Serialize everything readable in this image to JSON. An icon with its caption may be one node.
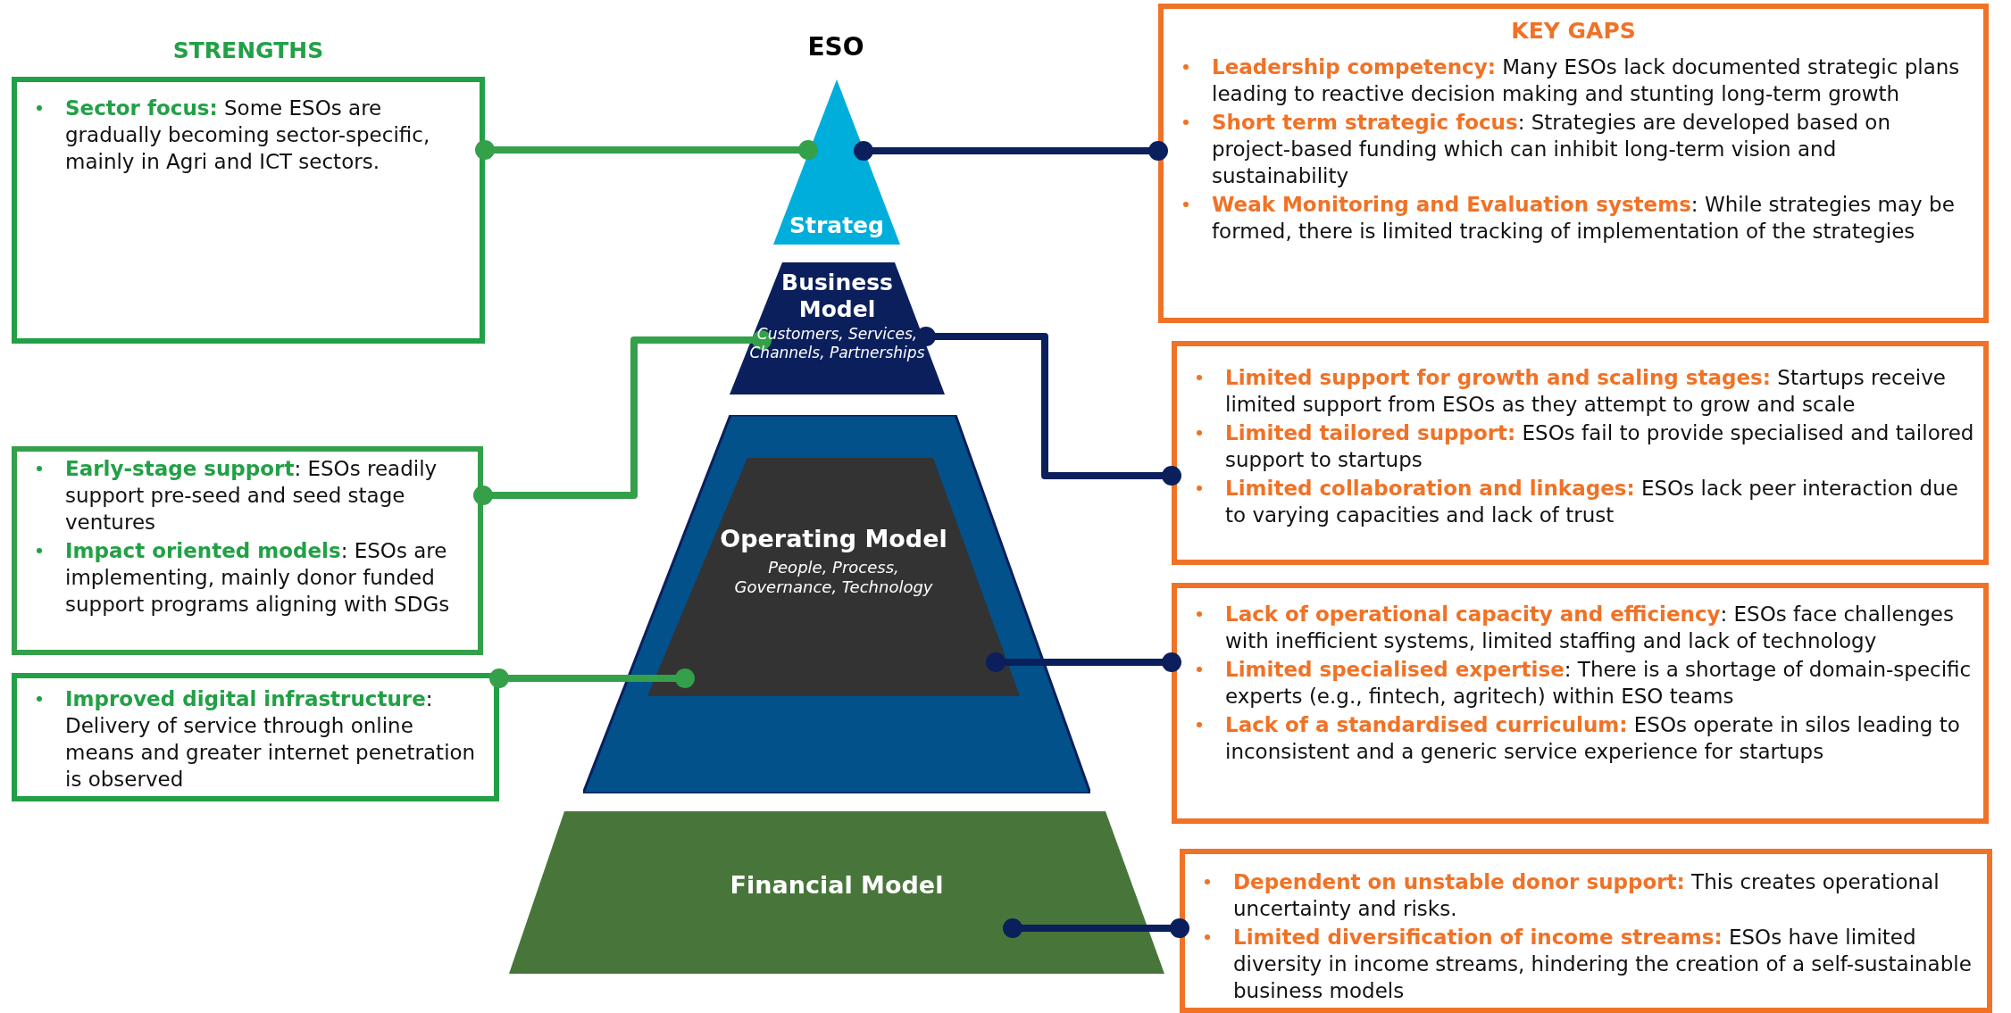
{
  "diagram": {
    "title": "ESO",
    "nodes": [
      {
        "text": [
          "Strateg"
        ]
      },
      {
        "text": [
          "Business Model",
          "Customers, Services, Channels, Partnerships"
        ]
      },
      {
        "text": [],
        "shape": "box"
      },
      {
        "text": [
          "Operating Model",
          "People, Process, Governance, Technology"
        ],
        "in": 2
      },
      {
        "text": [
          "Financial Model"
        ]
      },
      {
        "text": [
          "STRENGTHS",
          "**Sector focus:** Some ESOs are gradually becoming sector-specific, mainly in Agri and ICT sectors."
        ]
      },
      {
        "text": [
          "**Early-stage support**: ESOs readily support pre-seed and seed stage ventures",
          "**Impact oriented models**: ESOs are implementing, mainly donor funded support programs aligning with SDGs"
        ]
      },
      {
        "text": [
          "**Improved digital infrastructure**: Delivery of service through online means and greater internet penetration is observed"
        ]
      },
      {
        "text": [
          "KEY GAPS",
          "**Leadership competency:** Many ESOs lack documented strategic plans leading to reactive decision making and stunting long-term growth",
          "**Short term strategic focus**: Strategies are developed based on project-based funding which can inhibit long-term vision and sustainability",
          "**Weak Monitoring and Evaluation systems**: While strategies may be formed, there is limited tracking of implementation of the strategies"
        ]
      },
      {
        "text": [
          "**Limited support for growth and scaling stages:** Startups receive limited support from ESOs as they attempt to grow and scale",
          "**Limited tailored support:** ESOs fail to provide specialised and tailored support to startups",
          "**Limited collaboration and linkages:** ESOs lack peer interaction due to varying capacities and lack of trust"
        ]
      },
      {
        "text": [
          "**Lack of operational capacity and efficiency**: ESOs face challenges with inefficient systems, limited staffing and lack of technology",
          "**Limited specialised expertise**: There is a shortage of domain-specific experts (e.g., fintech, agritech) within ESO teams",
          "**Lack of a standardised curriculum:** ESOs operate in silos leading to inconsistent and a generic service experience for startups"
        ]
      },
      {
        "text": [
          "**Dependent on unstable donor support:** This creates operational uncertainty and risks.",
          "**Limited diversification of income streams:** ESOs have limited diversity in income streams, hindering the creation of a self-sustainable business models"
        ]
      }
    ],
    "edges": [
      {
        "from": 5,
        "to": 0,
        "arrow": "other",
        "color": "#34a04a"
      },
      {
        "from": 0,
        "to": 8,
        "arrow": "other"
      },
      {
        "from": 6,
        "to": 1,
        "arrow": "other",
        "color": "#34a04a"
      },
      {
        "from": 1,
        "to": 9,
        "arrow": "other"
      },
      {
        "from": 7,
        "to": 3,
        "arrow": "other",
        "color": "#34a04a"
      },
      {
        "from": 3,
        "to": 10,
        "arrow": "other"
      },
      {
        "from": 4,
        "to": 11,
        "arrow": "other"
      }
    ]
  }
}
